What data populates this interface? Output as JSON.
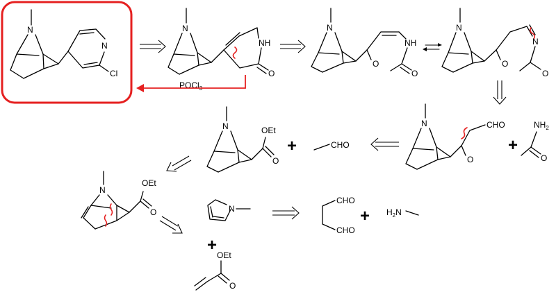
{
  "colors": {
    "highlight": "#e52020",
    "ink": "#000000",
    "background": "#ffffff"
  },
  "atoms": {
    "n": "N",
    "cl": "Cl",
    "nh": "NH",
    "o": "O",
    "oet": "OEt",
    "cho": "CHO",
    "nh2": "NH",
    "nh2_sub": "2",
    "h2n": "H",
    "h2n_sub": "2",
    "h2n_n": "N"
  },
  "reagent": {
    "poc": "POCl",
    "poc_sub": "3"
  },
  "plus": "+"
}
